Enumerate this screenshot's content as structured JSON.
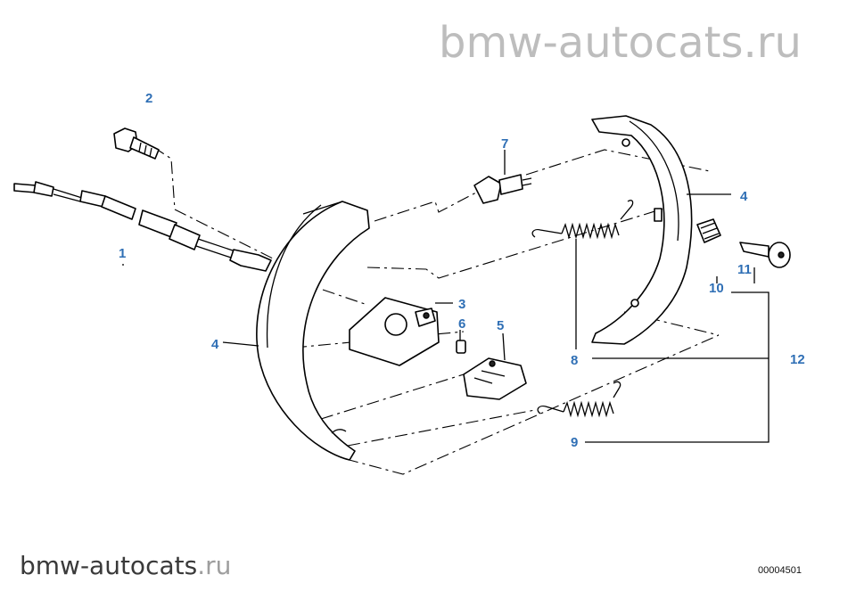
{
  "watermark": {
    "main": "bmw-autocats",
    "tld": ".ru",
    "top_full": "bmw-autocats.ru"
  },
  "diagram_code": "00004501",
  "callouts": {
    "c1": "1",
    "c2": "2",
    "c3": "3",
    "c4a": "4",
    "c4b": "4",
    "c5": "5",
    "c6": "6",
    "c7": "7",
    "c8": "8",
    "c9": "9",
    "c10": "10",
    "c11": "11",
    "c12": "12"
  }
}
